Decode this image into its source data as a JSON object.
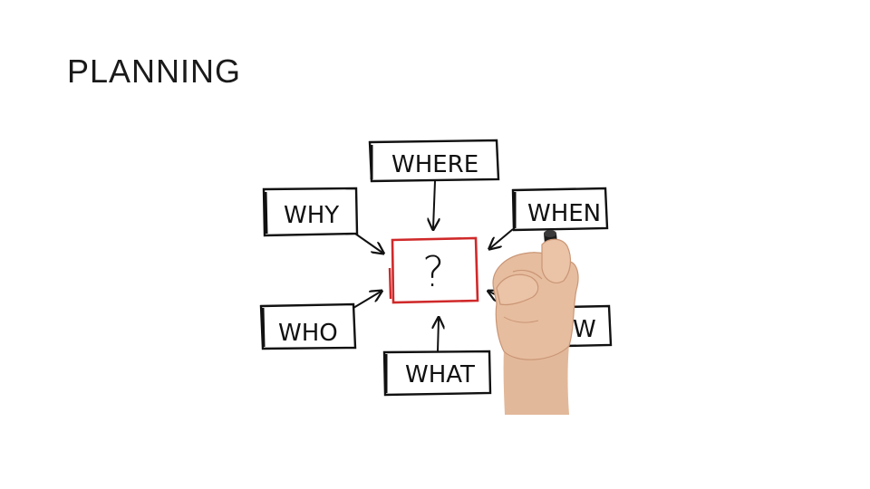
{
  "slide": {
    "title": "PLANNING"
  },
  "diagram": {
    "center": {
      "label": "?",
      "color": "#d0292a"
    },
    "boxes": {
      "where": "WHERE",
      "why": "WHY",
      "when": "WHEN",
      "who": "WHO",
      "how": "HOW",
      "what": "WHAT"
    },
    "ink_color": "#111111"
  }
}
